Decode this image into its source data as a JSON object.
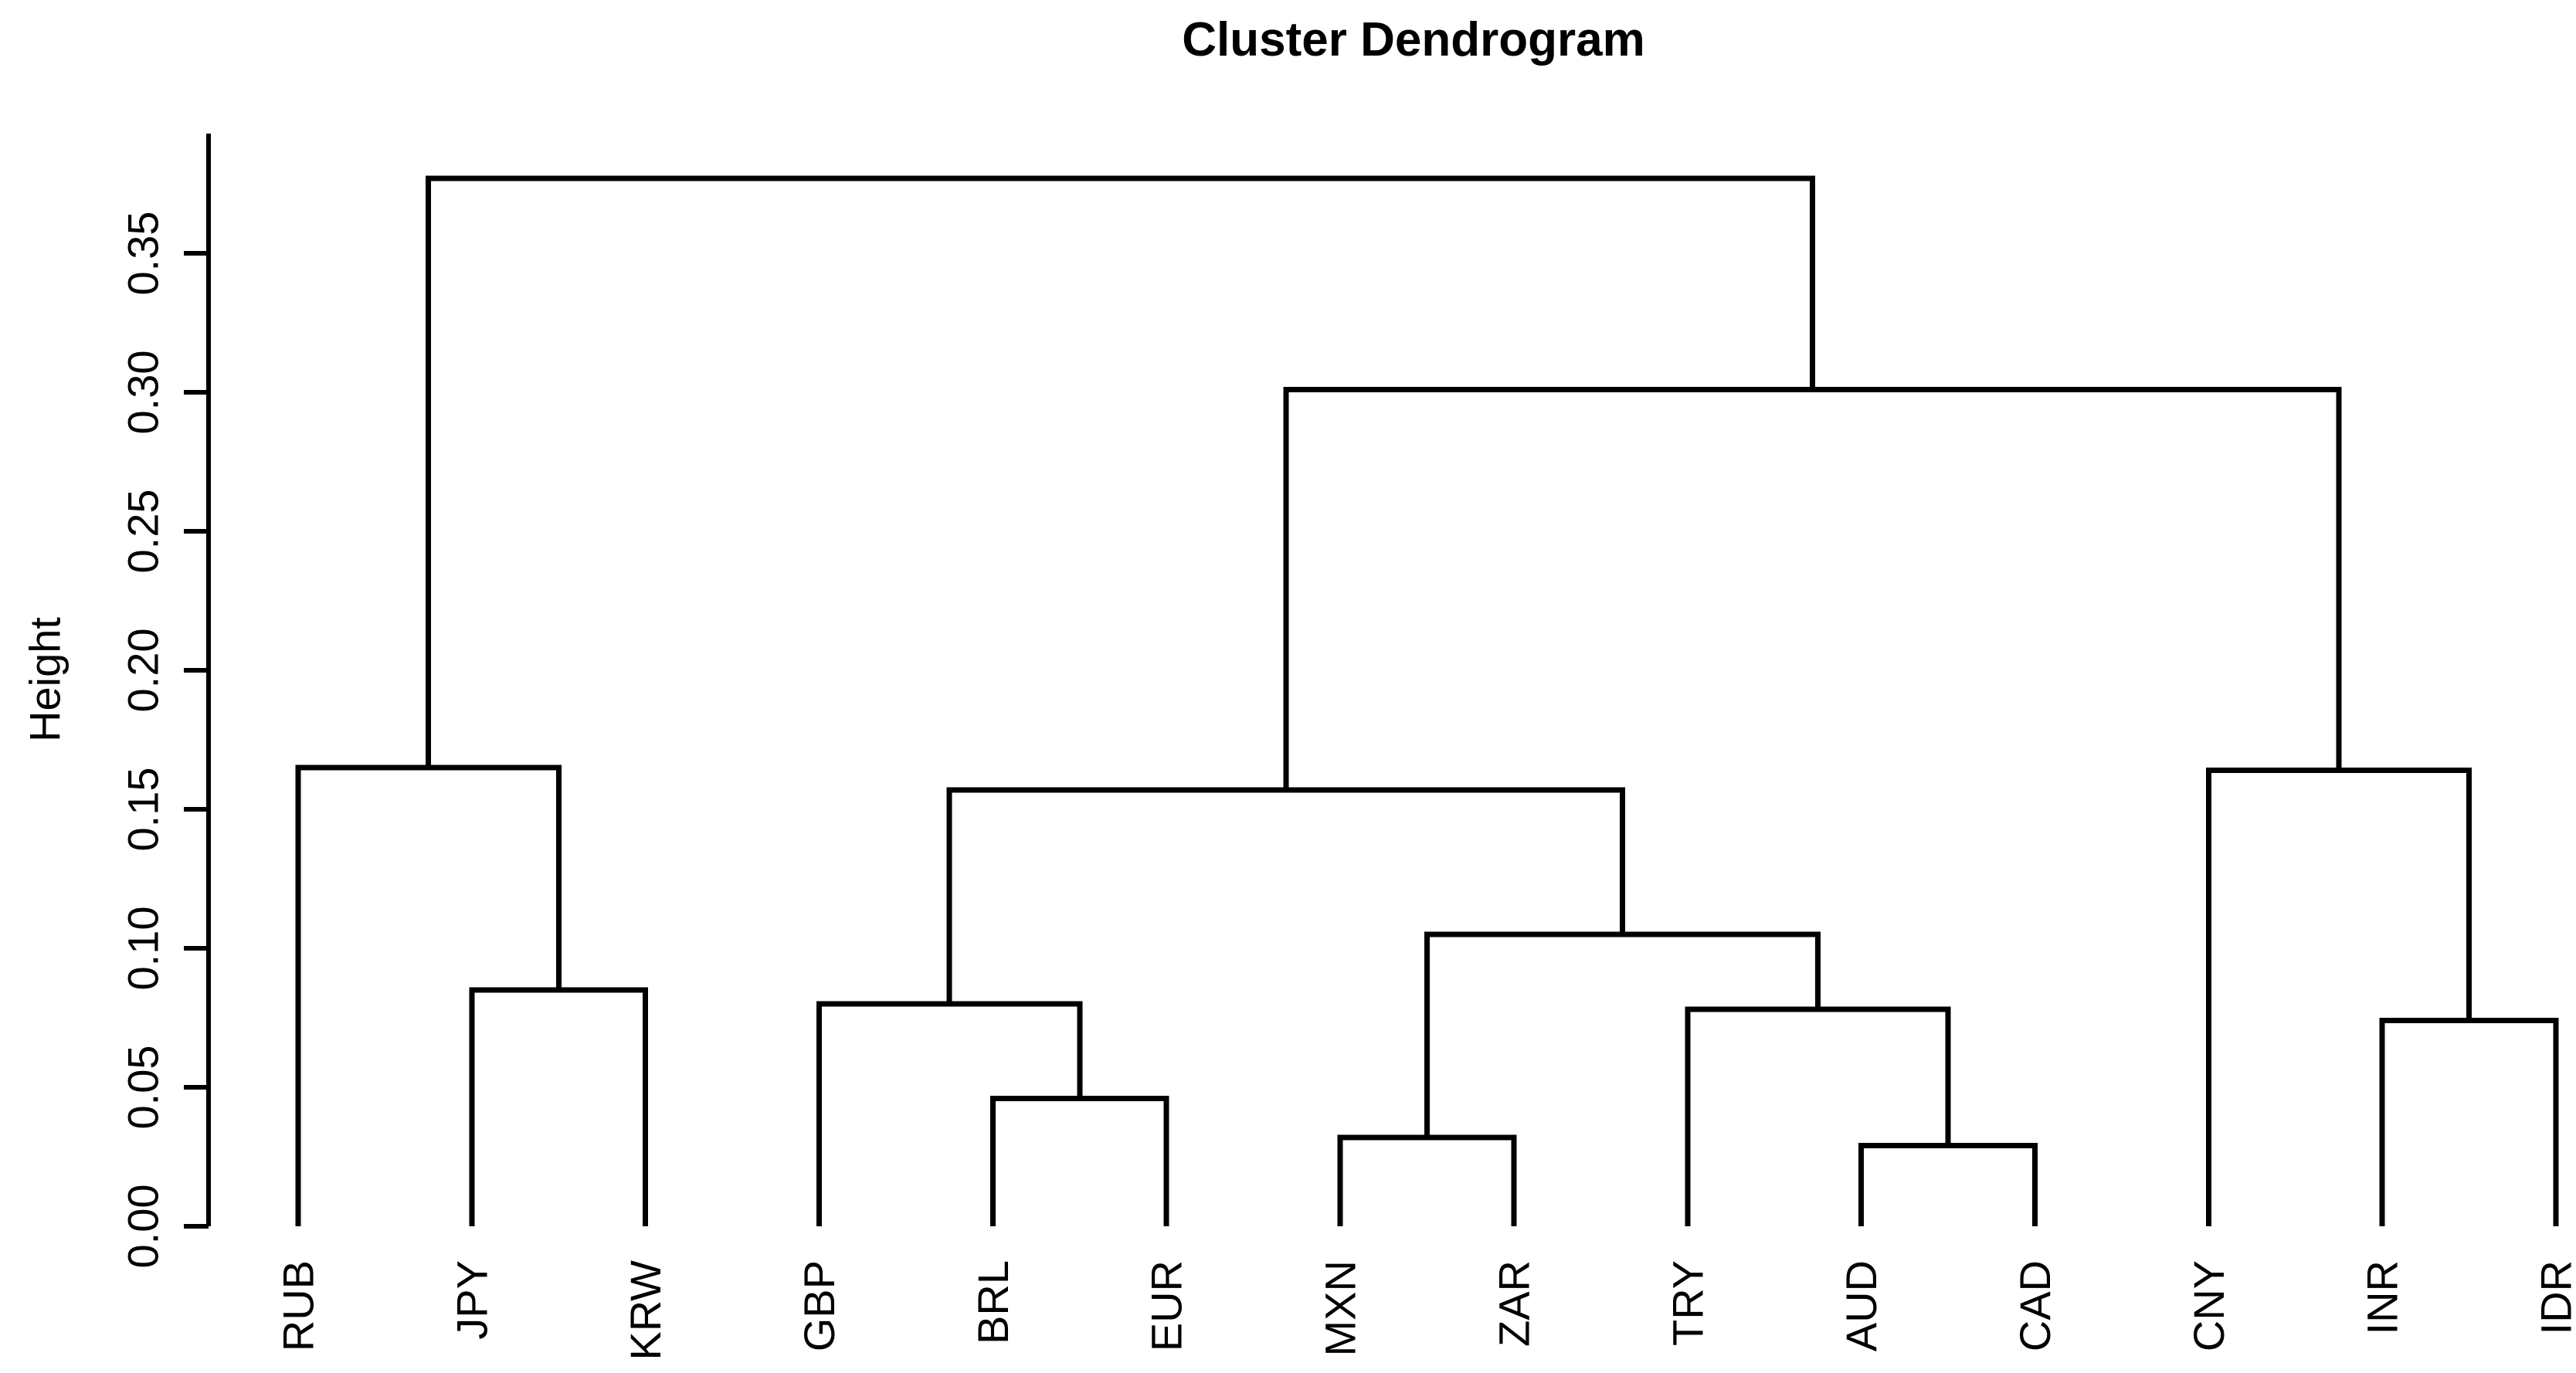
{
  "chart_data": {
    "type": "dendrogram",
    "title": "Cluster Dendrogram",
    "ylabel": "Height",
    "leaves": [
      "RUB",
      "JPY",
      "KRW",
      "GBP",
      "BRL",
      "EUR",
      "MXN",
      "ZAR",
      "TRY",
      "AUD",
      "CAD",
      "CNY",
      "INR",
      "IDR"
    ],
    "merges": [
      {
        "id": "m1",
        "children": [
          "JPY",
          "KRW"
        ],
        "height": 0.085
      },
      {
        "id": "m2",
        "children": [
          "RUB",
          "m1"
        ],
        "height": 0.165
      },
      {
        "id": "m3",
        "children": [
          "BRL",
          "EUR"
        ],
        "height": 0.046
      },
      {
        "id": "m4",
        "children": [
          "GBP",
          "m3"
        ],
        "height": 0.08
      },
      {
        "id": "m5",
        "children": [
          "MXN",
          "ZAR"
        ],
        "height": 0.032
      },
      {
        "id": "m6",
        "children": [
          "AUD",
          "CAD"
        ],
        "height": 0.029
      },
      {
        "id": "m7",
        "children": [
          "TRY",
          "m6"
        ],
        "height": 0.078
      },
      {
        "id": "m8",
        "children": [
          "m5",
          "m7"
        ],
        "height": 0.105
      },
      {
        "id": "m9",
        "children": [
          "m4",
          "m8"
        ],
        "height": 0.157
      },
      {
        "id": "m10",
        "children": [
          "INR",
          "IDR"
        ],
        "height": 0.074
      },
      {
        "id": "m11",
        "children": [
          "CNY",
          "m10"
        ],
        "height": 0.164
      },
      {
        "id": "m12",
        "children": [
          "m9",
          "m11"
        ],
        "height": 0.301
      },
      {
        "id": "m13",
        "children": [
          "m2",
          "m12"
        ],
        "height": 0.377
      }
    ],
    "yticks": [
      0.0,
      0.05,
      0.1,
      0.15,
      0.2,
      0.25,
      0.3,
      0.35
    ],
    "ytick_labels": [
      "0.00",
      "0.05",
      "0.10",
      "0.15",
      "0.20",
      "0.25",
      "0.30",
      "0.35"
    ],
    "ylim": [
      0,
      0.393
    ],
    "grid": false,
    "legend": false,
    "line_color": "#000000",
    "background_color": "#ffffff"
  }
}
